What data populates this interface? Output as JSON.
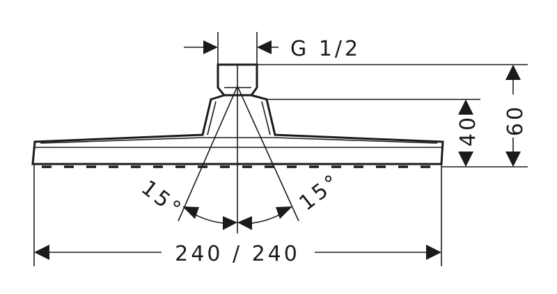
{
  "dimensions": {
    "thread": "G 1/2",
    "height_total": "60",
    "height_body": "40",
    "angle_left": "15°",
    "angle_right": "15°",
    "width": "240 / 240"
  },
  "colors": {
    "ink": "#1a1a1a",
    "background": "#ffffff"
  }
}
